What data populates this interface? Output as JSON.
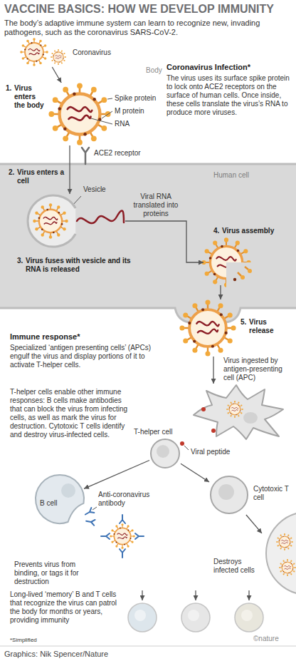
{
  "diagram": {
    "title": "VACCINE BASICS: HOW WE DEVELOP IMMUNITY",
    "caption": "Graphics: Nik Spencer/Nature",
    "nodes": [
      {
        "text": [
          "Coronavirus"
        ]
      },
      {
        "text": [
          "1.",
          "Virus enters the body"
        ]
      },
      {
        "text": [
          "Human cell"
        ]
      },
      {
        "text": [
          "2.",
          "Virus enters a cell"
        ],
        "in": 2
      },
      {
        "text": [
          "3.",
          "Virus fuses with vesicle and its RNA is released"
        ],
        "in": 2
      },
      {
        "text": [
          "4.",
          "Virus assembly"
        ],
        "in": 2
      },
      {
        "text": [
          "5.",
          "Virus release"
        ]
      },
      {
        "text": [
          "Virus ingested by antigen-presenting cell (APC)"
        ]
      },
      {
        "text": [
          "T-helper cell"
        ]
      },
      {
        "text": [
          "B cell"
        ]
      },
      {
        "text": [
          "Cytotoxic T cell"
        ]
      },
      {
        "text": [
          "Prevents virus from binding, or tags it for destruction"
        ]
      },
      {
        "text": [
          "Destroys infected cells"
        ]
      }
    ],
    "edges": [
      {
        "from": 0,
        "to": 1,
        "arrow": "to"
      },
      {
        "from": 1,
        "to": 3,
        "arrow": "to"
      },
      {
        "from": 4,
        "to": 5,
        "label": "Viral RNA translated into proteins",
        "arrow": "to"
      },
      {
        "from": 5,
        "to": 6,
        "arrow": "to"
      },
      {
        "from": 6,
        "to": 7,
        "arrow": "to"
      },
      {
        "from": 8,
        "to": 9,
        "arrow": "to"
      },
      {
        "from": 8,
        "to": 10,
        "arrow": "to"
      },
      {
        "from": 10,
        "to": 12,
        "arrow": "to"
      }
    ],
    "labels": [
      "The body’s adaptive immune system can learn to recognize new, invading pathogens, such as the coronavirus SARS-CoV-2.",
      "Body",
      "Coronavirus Infection*",
      "The virus uses its surface spike protein to lock onto ACE2 receptors on the surface of human cells. Once inside, these cells translate the virus’s RNA to produce more viruses.",
      "Spike protein",
      "M protein",
      "RNA",
      "ACE2 receptor",
      "Vesicle",
      "Immune response*",
      "Specialized ‘antigen presenting cells’ (APCs) engulf the virus and display portions of it to activate T-helper cells.",
      "T-helper cells enable other immune responses: B cells make antibodies that can block the virus from infecting cells, as well as mark the virus for destruction. Cytotoxic T cells identify and destroy virus-infected cells.",
      "Viral peptide",
      "Anti-coronavirus antibody",
      "Long-lived ‘memory’ B and T cells that recognize the virus can patrol the body for months or years, providing immunity",
      "*Simplified",
      "©nature"
    ]
  }
}
